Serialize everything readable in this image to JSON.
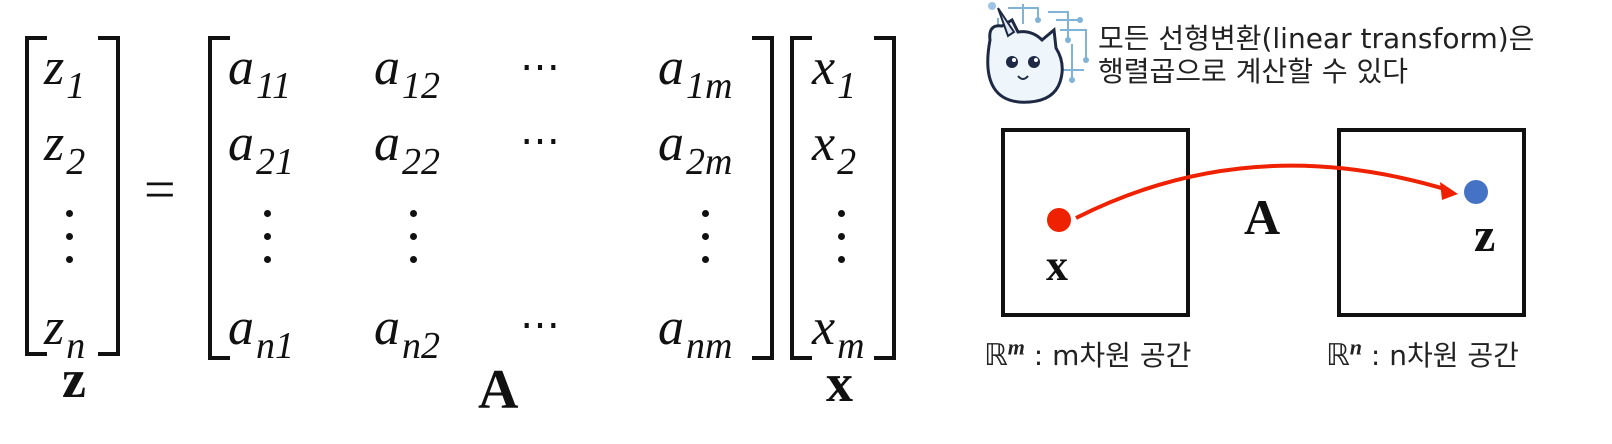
{
  "equation": {
    "z_entries": [
      "z",
      "z",
      "z"
    ],
    "z_subs": [
      "1",
      "2",
      "n"
    ],
    "equals": "=",
    "a_row1": {
      "c1": "a",
      "s1": "11",
      "c2": "a",
      "s2": "12",
      "c4": "a",
      "s4": "1m"
    },
    "a_row2": {
      "c1": "a",
      "s1": "21",
      "c2": "a",
      "s2": "22",
      "c4": "a",
      "s4": "2m"
    },
    "a_row4": {
      "c1": "a",
      "s1": "n1",
      "c2": "a",
      "s2": "n2",
      "c4": "a",
      "s4": "nm"
    },
    "cdots": "⋯",
    "x_entries": [
      "x",
      "x",
      "x"
    ],
    "x_subs": [
      "1",
      "2",
      "m"
    ],
    "label_z": "z",
    "label_A": "A",
    "label_x": "x"
  },
  "caption": {
    "line1": "모든 선형변환(linear transform)은",
    "line2": "행렬곱으로 계산할 수 있다"
  },
  "diagram": {
    "left_point_label": "x",
    "right_point_label": "z",
    "arrow_label": "A",
    "left_space": {
      "symbol": "ℝ",
      "sup": "m",
      "text": " : m차원 공간"
    },
    "right_space": {
      "symbol": "ℝ",
      "sup": "n",
      "text": " : n차원 공간"
    },
    "colors": {
      "left_point": "#ee2200",
      "right_point": "#4472c4",
      "arrow": "#ee2200"
    }
  }
}
